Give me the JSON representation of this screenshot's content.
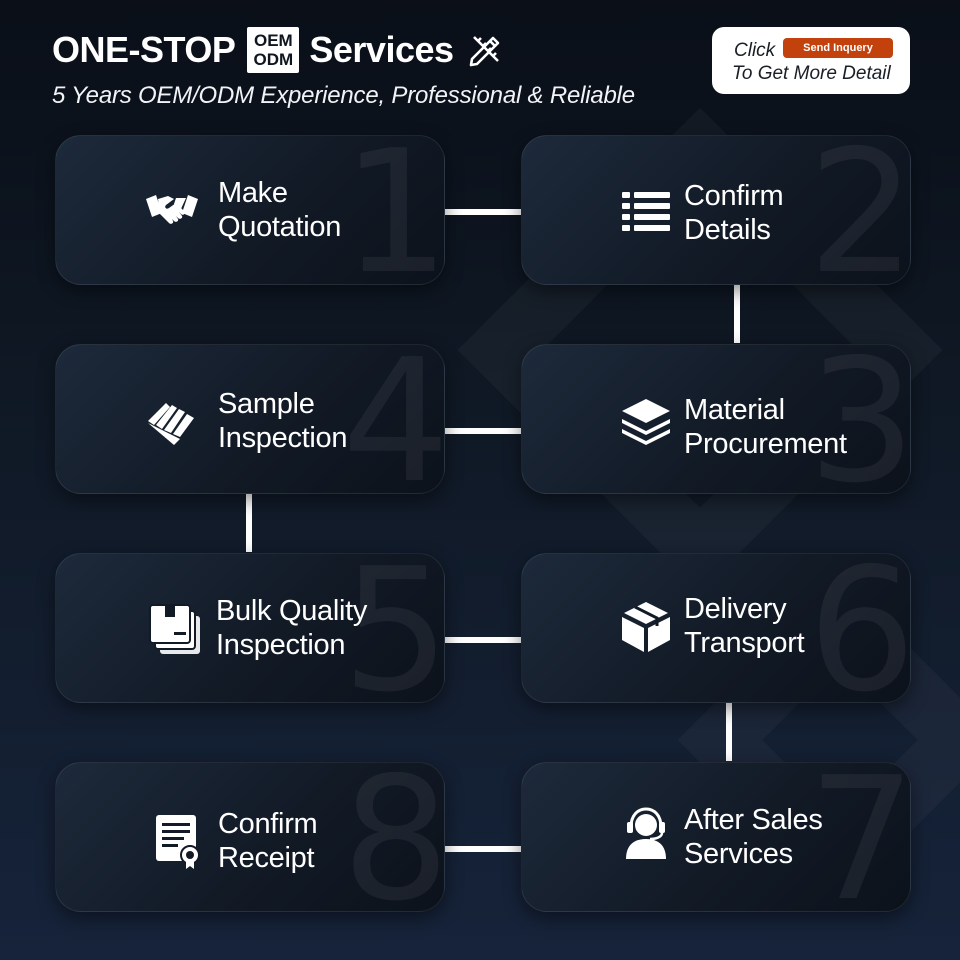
{
  "header": {
    "title_left": "ONE-STOP",
    "badge_top": "OEM",
    "badge_bottom": "ODM",
    "title_right": "Services",
    "subtitle": "5 Years OEM/ODM Experience, Professional & Reliable",
    "pencil_icon": "pencil-ruler-icon"
  },
  "cta": {
    "click_label": "Click",
    "button_label": "Send Inquery",
    "sub_label": "To Get More Detail",
    "button_color": "#c2410c"
  },
  "steps": [
    {
      "number": "1",
      "line1": "Make",
      "line2": "Quotation",
      "icon": "handshake-icon"
    },
    {
      "number": "2",
      "line1": "Confirm",
      "line2": "Details",
      "icon": "list-icon"
    },
    {
      "number": "3",
      "line1": "Material",
      "line2": "Procurement",
      "icon": "layers-icon"
    },
    {
      "number": "4",
      "line1": "Sample",
      "line2": "Inspection",
      "icon": "color-swatch-icon"
    },
    {
      "number": "5",
      "line1": "Bulk Quality",
      "line2": "Inspection",
      "icon": "boxes-icon"
    },
    {
      "number": "6",
      "line1": "Delivery",
      "line2": "Transport",
      "icon": "package-icon"
    },
    {
      "number": "7",
      "line1": "After Sales",
      "line2": "Services",
      "icon": "headset-agent-icon"
    },
    {
      "number": "8",
      "line1": "Confirm",
      "line2": "Receipt",
      "icon": "certificate-icon"
    }
  ]
}
